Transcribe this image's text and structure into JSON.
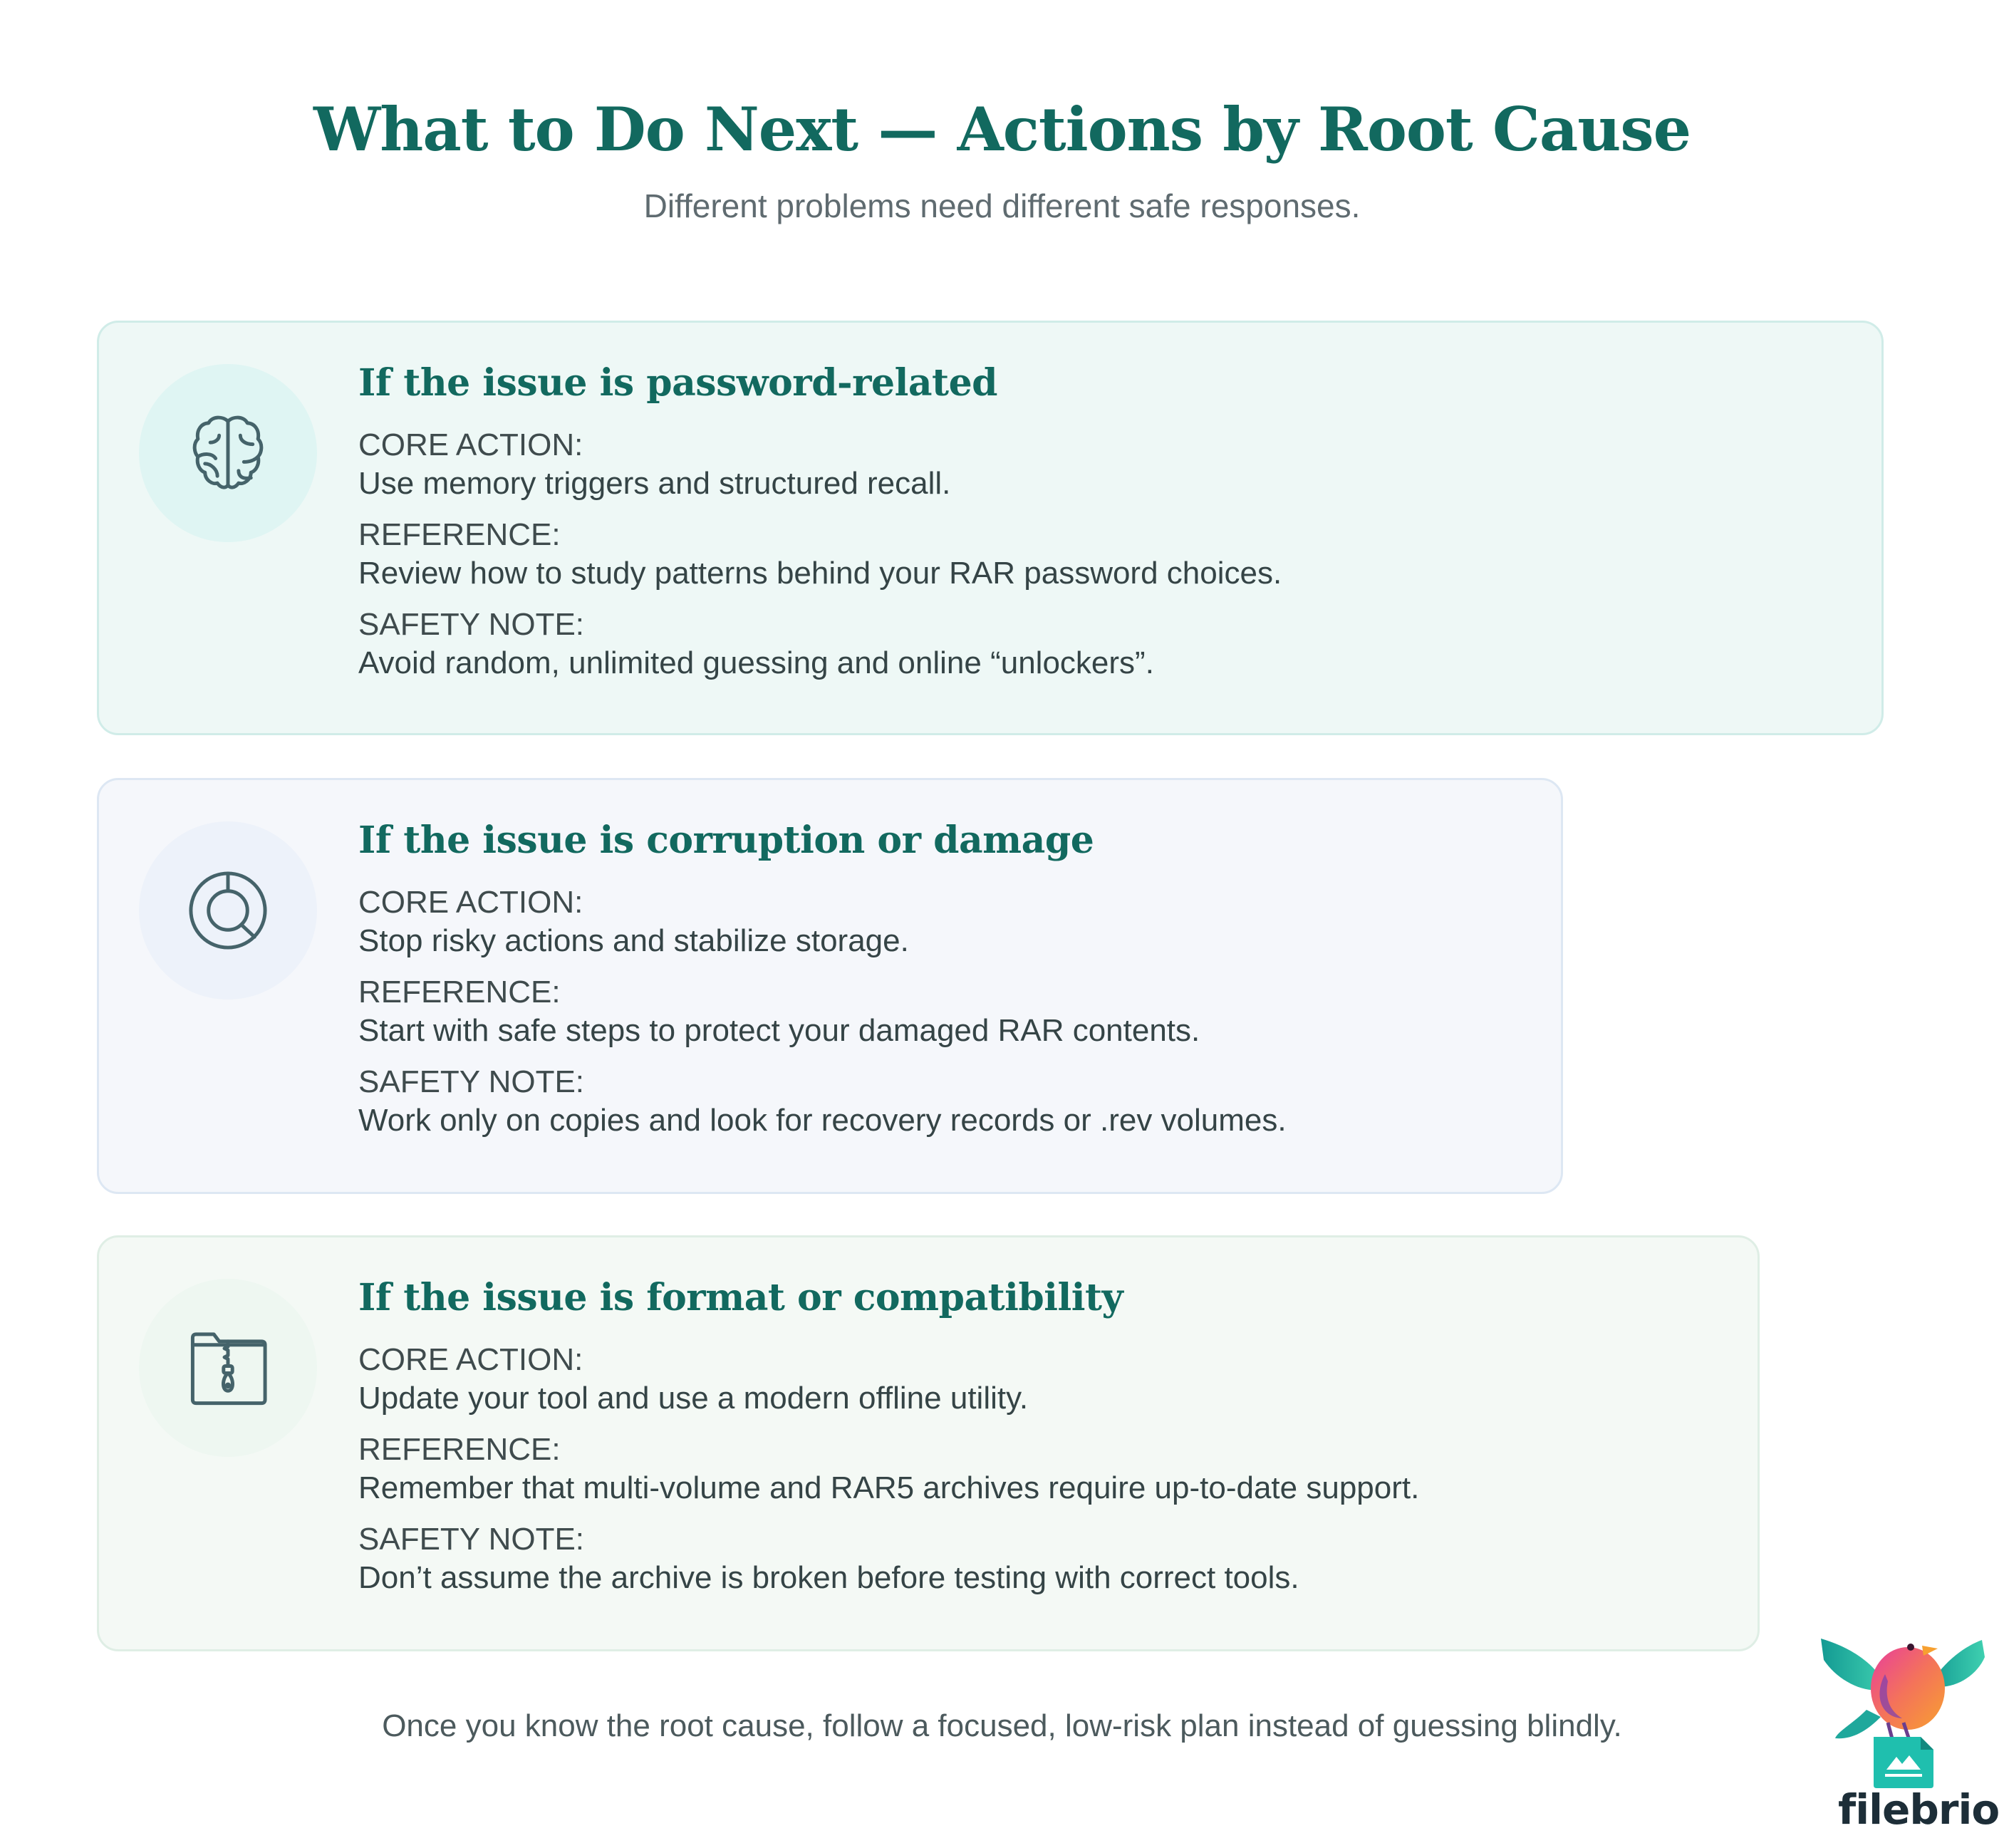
{
  "header": {
    "title": "What to Do Next — Actions by Root Cause",
    "subtitle": "Different problems need different safe responses."
  },
  "colors": {
    "accent": "#12695f",
    "icon_stroke": "#45636a",
    "card1_bg": "#eef8f6",
    "card2_bg": "#f5f7fb",
    "card3_bg": "#f4f9f5"
  },
  "cards": [
    {
      "icon": "brain-icon",
      "heading": "If the issue is password-related",
      "core_action_label": "CORE ACTION:",
      "core_action": "Use memory triggers and structured recall.",
      "reference_label": "REFERENCE:",
      "reference": "Review how to study patterns behind your RAR password choices.",
      "safety_label": "SAFETY NOTE:",
      "safety": "Avoid random, unlimited guessing and online “unlockers”."
    },
    {
      "icon": "disk-search-icon",
      "heading": "If the issue is corruption or damage",
      "core_action_label": "CORE ACTION:",
      "core_action": "Stop risky actions and stabilize storage.",
      "reference_label": "REFERENCE:",
      "reference": "Start with safe steps to protect your damaged RAR contents.",
      "safety_label": "SAFETY NOTE:",
      "safety": "Work only on copies and look for recovery records or .rev volumes."
    },
    {
      "icon": "zip-folder-icon",
      "heading": "If the issue is format or compatibility",
      "core_action_label": "CORE ACTION:",
      "core_action": "Update your tool and use a modern offline utility.",
      "reference_label": "REFERENCE:",
      "reference": "Remember that multi-volume and RAR5 archives require up-to-date support.",
      "safety_label": "SAFETY NOTE:",
      "safety": "Don’t assume the archive is broken before testing with correct tools."
    }
  ],
  "footer": {
    "text": "Once you know the root cause, follow a focused, low-risk plan instead of guessing blindly."
  },
  "logo": {
    "brand": "filebrio",
    "icon": "bird-on-image-file-icon"
  }
}
